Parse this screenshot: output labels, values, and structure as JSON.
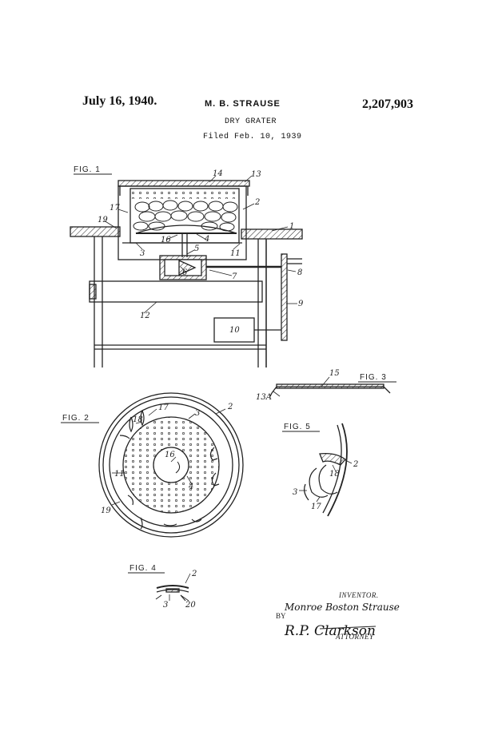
{
  "header": {
    "date": "July 16, 1940.",
    "inventor": "M. B. STRAUSE",
    "patent_number": "2,207,903",
    "title": "DRY GRATER",
    "filed": "Filed Feb. 10, 1939"
  },
  "figures": {
    "fig1": "FIG. 1",
    "fig2": "FIG. 2",
    "fig3": "FIG. 3",
    "fig4": "FIG. 4",
    "fig5": "FIG. 5"
  },
  "ref_numerals": {
    "n1": "1",
    "n2": "2",
    "n3": "3",
    "n4": "4",
    "n5": "5",
    "n6": "6",
    "n7": "7",
    "n8": "8",
    "n9": "9",
    "n10": "10",
    "n11": "11",
    "n12": "12",
    "n13": "13",
    "n13a": "13A",
    "n14": "14",
    "n15": "15",
    "n16": "16",
    "n17": "17",
    "n18": "18",
    "n19": "19",
    "n20": "20"
  },
  "signature_block": {
    "inventor_label": "INVENTOR.",
    "inventor_signature": "Monroe Boston Strause",
    "by_label": "BY",
    "attorney_signature": "R.P. Clarkson",
    "attorney_label": "ATTORNEY"
  }
}
